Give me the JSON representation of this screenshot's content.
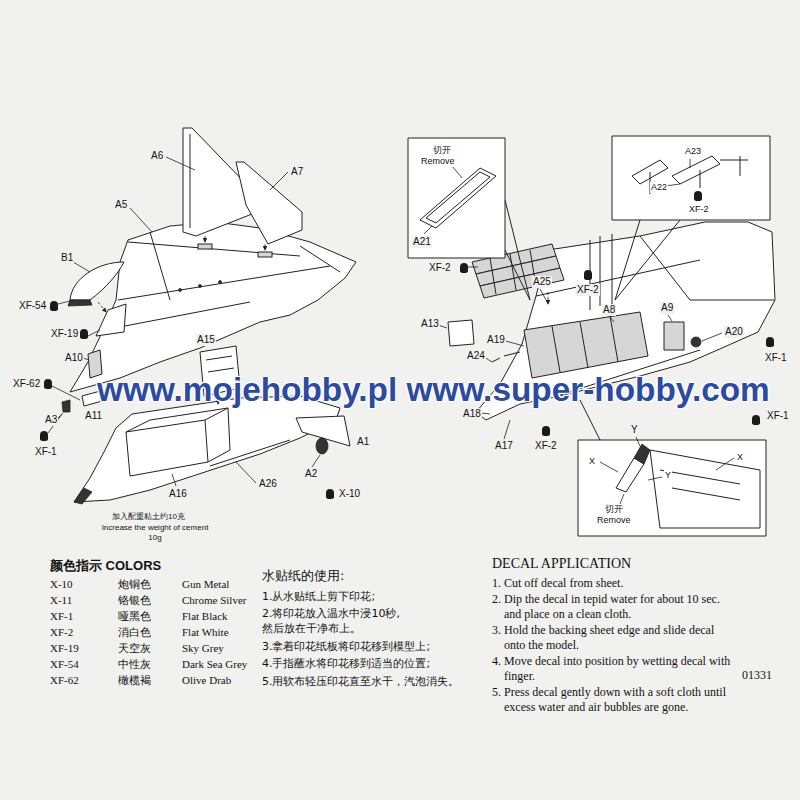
{
  "diagram": {
    "labels": [
      "A6",
      "A7",
      "A5",
      "B1",
      "XF-54",
      "XF-19",
      "A10",
      "A15",
      "XF-62",
      "A11",
      "A3",
      "XF-1",
      "A16",
      "A26",
      "A2",
      "X-10",
      "A1",
      "加入配重粘土约10克",
      "Increase the weight of cement 10g",
      "切开",
      "Remove",
      "A21",
      "A23",
      "A22",
      "XF-2",
      "XF-2",
      "A25",
      "XF-2",
      "A8",
      "A9",
      "A20",
      "XF-1",
      "A13",
      "A19",
      "A24",
      "A18",
      "XF-1",
      "A17",
      "XF-2",
      "X",
      "Y",
      "X",
      "Y",
      "切开",
      "Remove",
      "www.mojehobby.pl www.super-hobby.com",
      "颜色指示 COLORS",
      "X-10",
      "炮铜色",
      "Gun Metal",
      "X-11",
      "铬银色",
      "Chrome Silver",
      "XF-1",
      "哑黑色",
      "Flat Black",
      "XF-2",
      "消白色",
      "Flat White",
      "XF-19",
      "天空灰",
      "Sky Grey",
      "XF-54",
      "中性灰",
      "Dark Sea Grey",
      "XF-62",
      "橄榄褐",
      "Olive Drab",
      "水贴纸的使用:",
      "1.从水贴纸上剪下印花;",
      "2.将印花放入温水中浸10秒, 然后放在干净布上。",
      "3.拿着印花纸板将印花移到模型上;",
      "4.手指蘸水将印花移到适当的位置;",
      "5.用软布轻压印花直至水干，汽泡消失。",
      "DECAL APPLICATION",
      "1. Cut off decal from sheet.",
      "2. Dip the decal in tepid water for about 10 sec. and place on a clean cloth.",
      "3. Hold the backing sheet edge and slide decal onto the model.",
      "4. Move decal into position by wetting decal with finger.",
      "5. Press decal gently down with a soft cloth until excess water and air bubbles are gone.",
      "01331"
    ]
  }
}
